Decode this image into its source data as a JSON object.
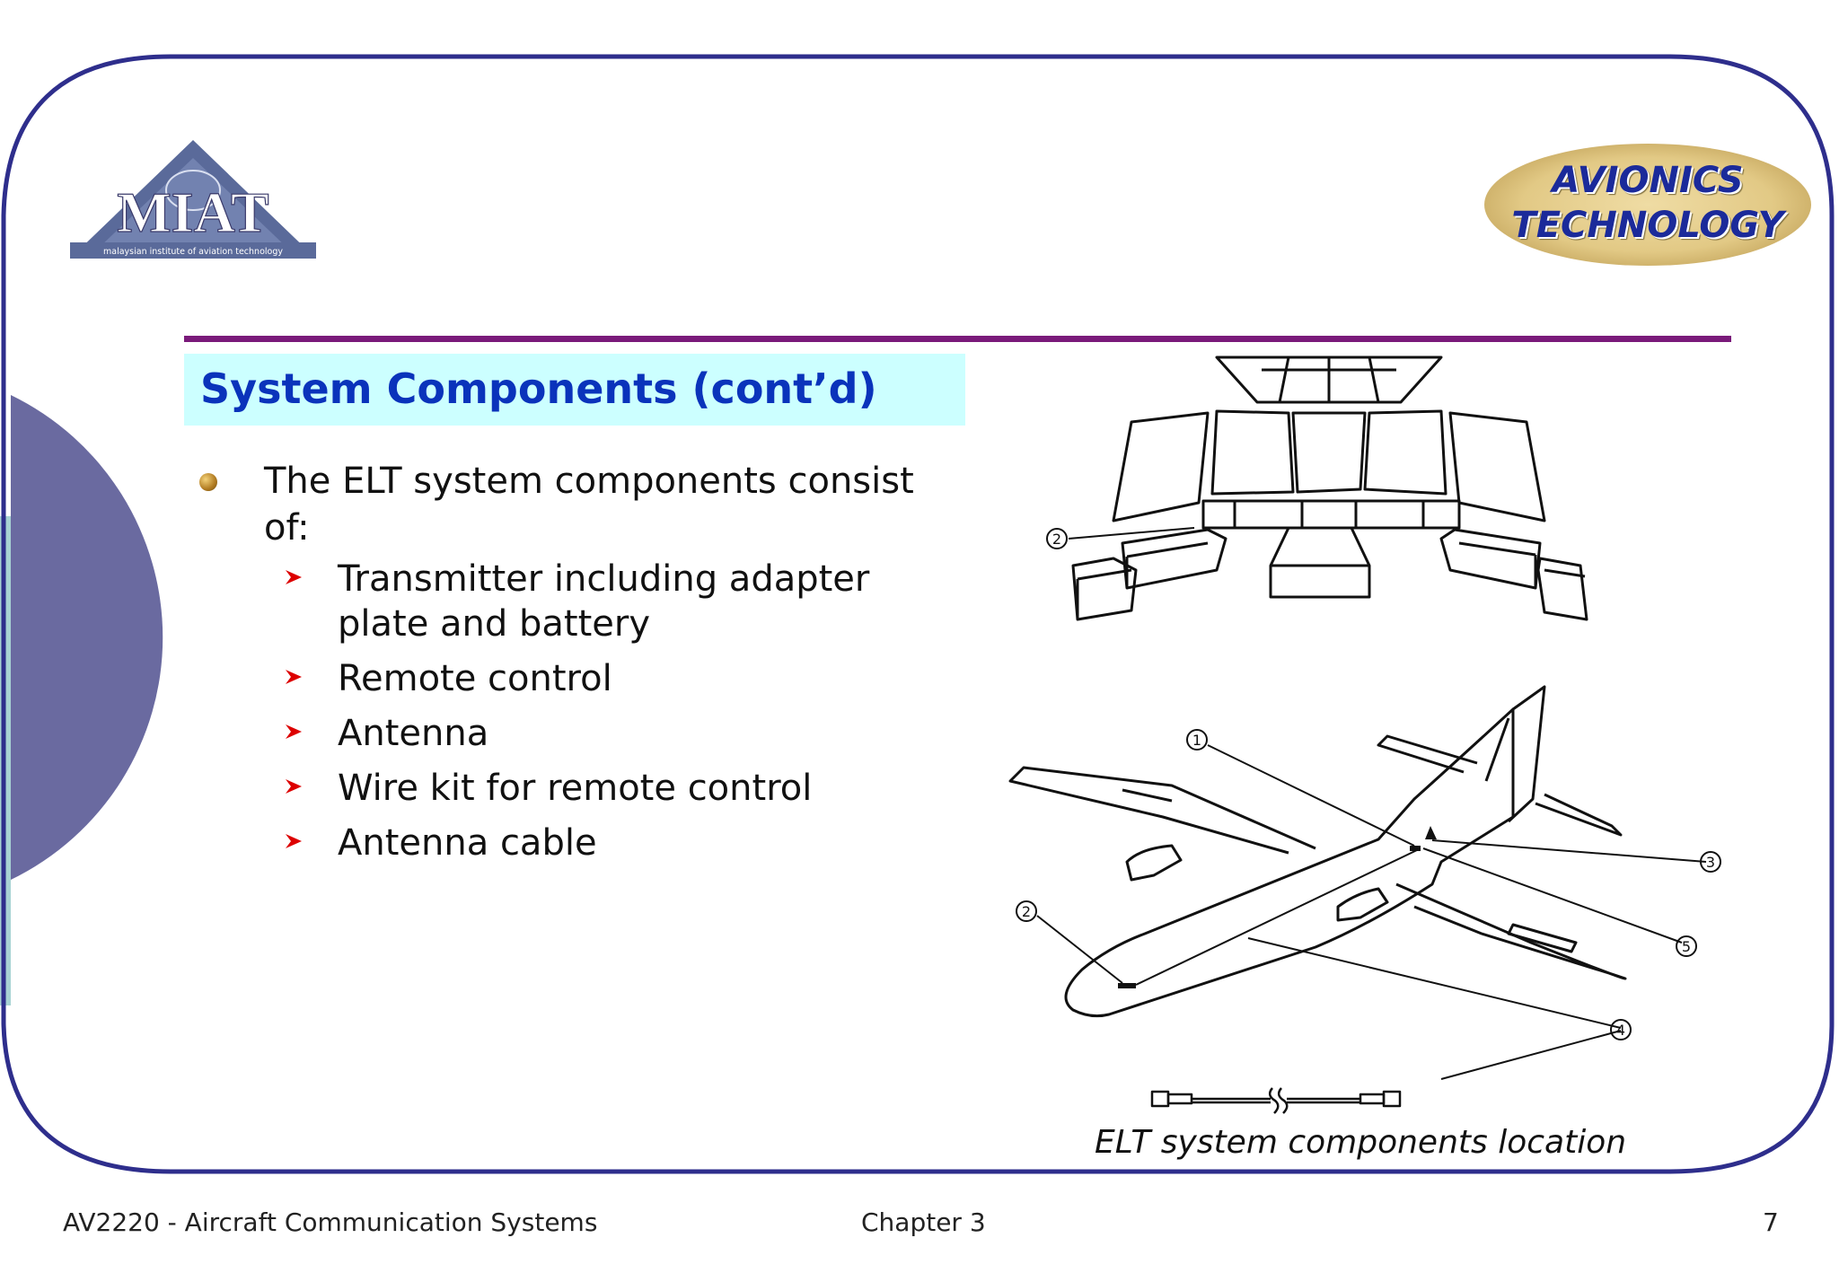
{
  "header": {
    "logo_text": "MIAT",
    "logo_subtitle": "malaysian institute of aviation technology",
    "badge_line1": "AVIONICS",
    "badge_line2": "TECHNOLOGY"
  },
  "slide": {
    "title": "System Components (cont’d)",
    "lead": "The ELT system components consist of:",
    "items": [
      "Transmitter including adapter plate and battery",
      "Remote control",
      "Antenna",
      "Wire kit for remote control",
      "Antenna cable"
    ]
  },
  "figure": {
    "callouts": [
      "1",
      "2",
      "2",
      "3",
      "4",
      "5"
    ],
    "caption": "ELT system components location"
  },
  "footer": {
    "course": "AV2220 - Aircraft Communication Systems",
    "chapter": "Chapter 3",
    "page": "7"
  },
  "colors": {
    "frame": "#2e2e8c",
    "rule": "#7a1a7a",
    "title_bg": "#ccffff",
    "title_text": "#0a33bb",
    "arrow": "#dd0000",
    "left_disc": "#6a6aa0",
    "left_band": "#a8d3d3"
  }
}
